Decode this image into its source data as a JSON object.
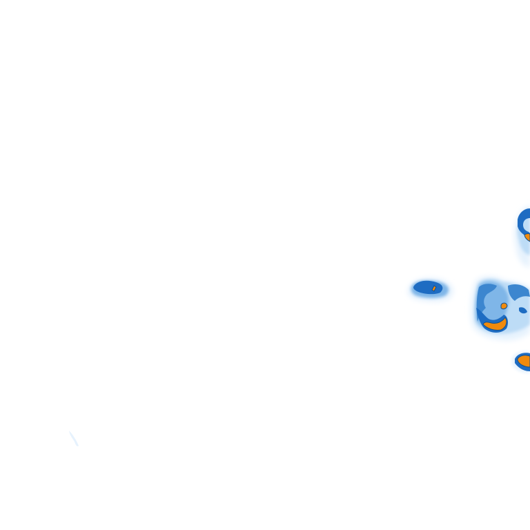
{
  "map": {
    "type": "precipitation-radar-tile",
    "background": "#ffffff",
    "palette": {
      "very_light": "#e6f2fd",
      "light": "#bddcf6",
      "medium": "#7fb6e8",
      "strong": "#3c86cf",
      "heavy": "#1e6cc2",
      "dark_edge": "#11508f",
      "intense": "#f08a0d"
    },
    "echoes": [
      {
        "id": "cell-west",
        "intensity": "heavy"
      },
      {
        "id": "cell-central",
        "intensity": "intense"
      },
      {
        "id": "cell-northeast",
        "intensity": "intense"
      },
      {
        "id": "cell-southeast",
        "intensity": "intense"
      },
      {
        "id": "trace-southwest",
        "intensity": "very_light"
      }
    ]
  }
}
